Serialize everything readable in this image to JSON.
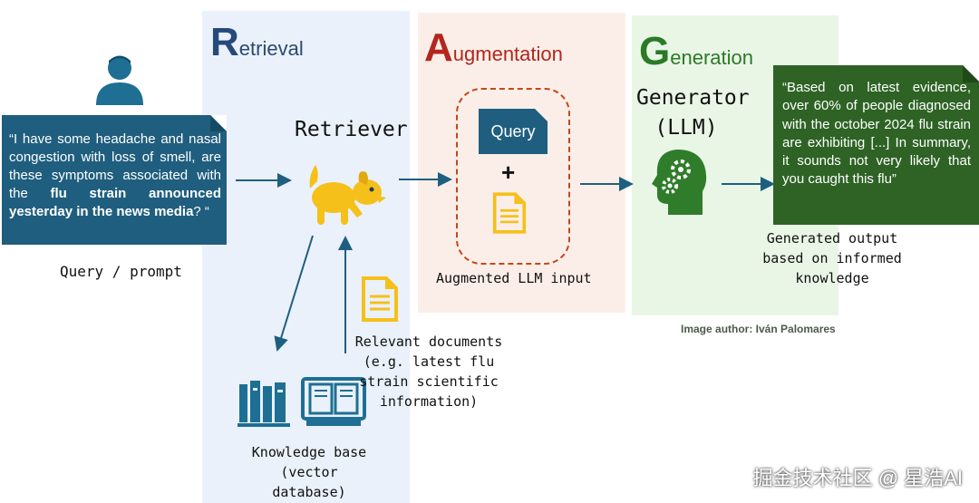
{
  "sections": {
    "retrieval": {
      "initial": "R",
      "rest": "etrieval"
    },
    "augmentation": {
      "initial": "A",
      "rest": "ugmentation"
    },
    "generation": {
      "initial": "G",
      "rest": "eneration"
    }
  },
  "query": {
    "text_before": "“I have some headache and nasal congestion with loss of smell, are these symptoms associated with the ",
    "text_bold": "flu strain announced yesterday in the news media",
    "text_after": "? “",
    "caption": "Query / prompt"
  },
  "retriever": {
    "label": "Retriever"
  },
  "knowledge_base": {
    "line1": "Knowledge base",
    "line2": "(vector database)"
  },
  "relevant_docs": {
    "line1": "Relevant documents",
    "line2": "(e.g. latest flu",
    "line3": "strain scientific",
    "line4": "information)"
  },
  "augmentation": {
    "query_chip": "Query",
    "plus": "+",
    "caption": "Augmented LLM input"
  },
  "generator": {
    "line1": "Generator",
    "line2": "(LLM)"
  },
  "output": {
    "text": "“Based on latest evidence, over 60% of people diagnosed with the october 2024 flu strain are exhibiting [...] In summary, it sounds not very likely that you caught this flu”",
    "caption_line1": "Generated output",
    "caption_line2": "based on informed",
    "caption_line3": "knowledge"
  },
  "author": "Image author: Iván Palomares",
  "watermark": "掘金技术社区 @ 星浩AI",
  "colors": {
    "retrieval": "#264a7a",
    "augmentation": "#b3261e",
    "generation": "#2b7a26",
    "dark_blue": "#1f5e7e",
    "dark_green": "#2e6325",
    "icon_yellow": "#f5c01a",
    "icon_blue": "#1e6f93",
    "icon_green": "#2f7d2a"
  },
  "icons": [
    "user-icon",
    "dog-icon",
    "books-icon",
    "open-book-icon",
    "document-icon",
    "head-gears-icon"
  ]
}
